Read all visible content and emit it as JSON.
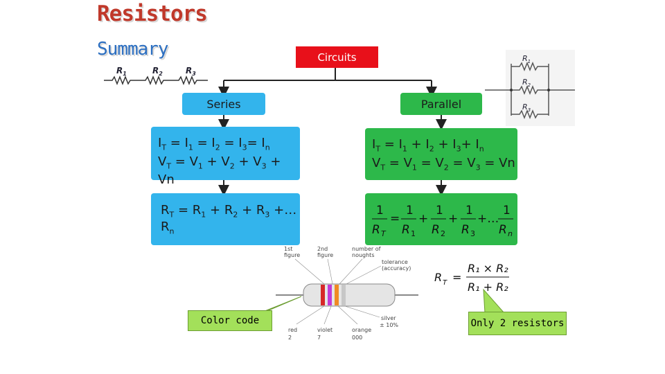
{
  "header": {
    "title": "Resistors",
    "subtitle": "Summary"
  },
  "diagram": {
    "root": "Circuits",
    "series": {
      "label": "Series",
      "current": [
        "I",
        "T",
        " = I",
        "1",
        " = I",
        "2",
        " = I",
        "3",
        "= I",
        "n"
      ],
      "voltage": [
        "V",
        "T",
        " = V",
        "1",
        " + V",
        "2",
        " + V",
        "3",
        " + Vn"
      ],
      "resistance": [
        "R",
        "T",
        " = R",
        "1",
        " + R",
        "2",
        " + R",
        "3",
        " +…R",
        "n"
      ]
    },
    "parallel": {
      "label": "Parallel",
      "current": [
        "I",
        "T",
        " = I",
        "1",
        " + I",
        "2",
        " + I",
        "3",
        "+ I",
        "n"
      ],
      "voltage": [
        "V",
        "T",
        " = V",
        "1",
        " = V",
        "2",
        " = V",
        "3",
        " = Vn"
      ],
      "resistance_formula": {
        "terms": [
          "1",
          "R",
          "T",
          "1",
          "R",
          "1",
          "1",
          "R",
          "2",
          "1",
          "R",
          "3",
          "1",
          "R",
          "n"
        ],
        "ops": [
          "=",
          "+",
          "+",
          "+…"
        ]
      }
    },
    "two_resistor_formula": {
      "lhs": "R",
      "lhs_sub": "T",
      "eq": "=",
      "num": "R₁ × R₂",
      "den": "R₁ + R₂"
    }
  },
  "series_image_labels": [
    "R1",
    "R2",
    "R3"
  ],
  "parallel_image_labels": [
    "R1",
    "R2",
    "R3"
  ],
  "color_code": {
    "labels_top": [
      "1st figure",
      "2nd figure",
      "number of noughts",
      "tolerance (accuracy)"
    ],
    "labels_bottom": [
      "red 2",
      "violet 7",
      "orange 000",
      "silver ± 10%"
    ]
  },
  "callouts": {
    "color_code": "Color code",
    "only_two": "Only 2 resistors"
  },
  "colors": {
    "red": "#e8101a",
    "blue": "#33b4ec",
    "green": "#2db84a",
    "title": "#c0392b",
    "subtitle": "#2c6fc1",
    "callout": "#a3e05a"
  }
}
